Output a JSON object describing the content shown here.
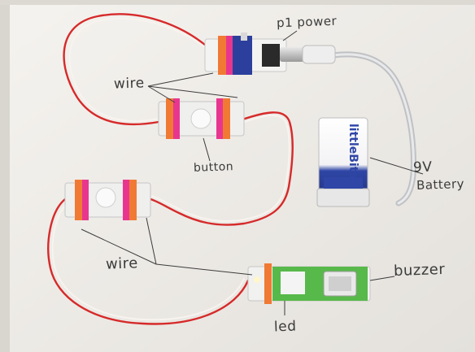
{
  "labels": {
    "p1_power": "p1 power",
    "wire_top": "wire",
    "button": "button",
    "nine_v": "9V",
    "battery": "Battery",
    "wire_bottom": "wire",
    "buzzer": "buzzer",
    "led": "led"
  },
  "battery_brand": "littleBits",
  "colors": {
    "paper": "#f4f2ee",
    "wire_red": "#d62a2a",
    "wire_white": "#f7f3ef",
    "bit_orange": "#f07a34",
    "bit_pink": "#e8368f",
    "p1_blue": "#2c3f9c",
    "led_green": "#57b94a",
    "battery_blue": "#2f46a6"
  }
}
